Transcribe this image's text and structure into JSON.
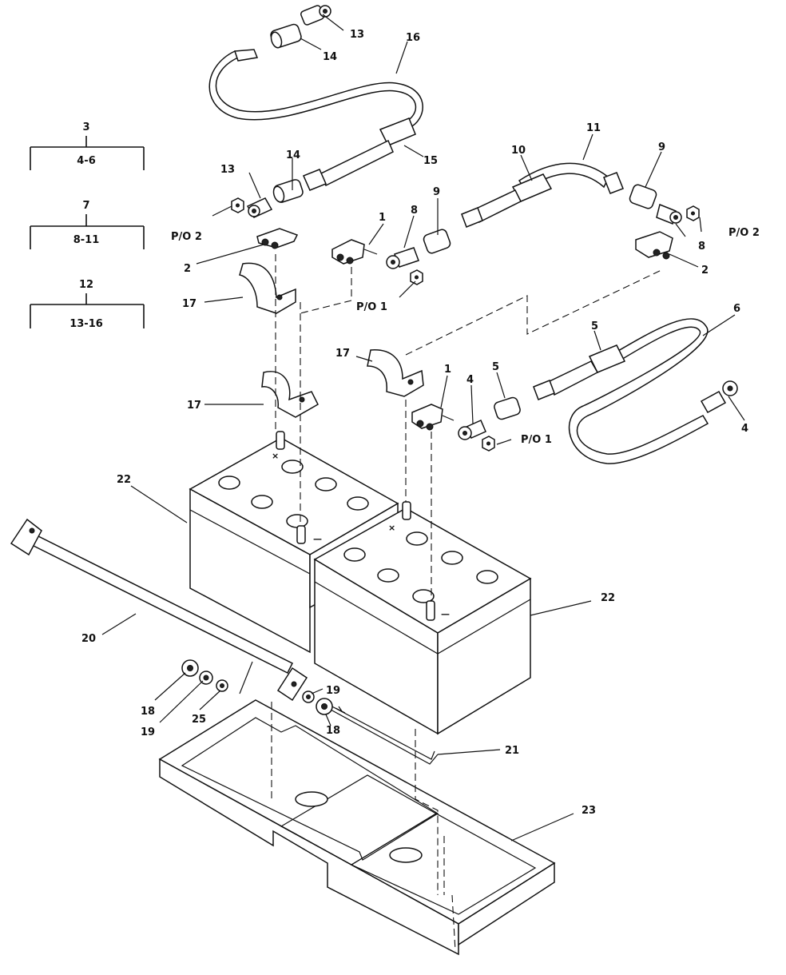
{
  "callouts": {
    "n1a": "1",
    "n1b": "1",
    "n2a": "2",
    "n2b": "2",
    "n3": "3",
    "n4a": "4",
    "n4b": "4",
    "n5a": "5",
    "n5b": "5",
    "n6": "6",
    "n7": "7",
    "n8a": "8",
    "n8b": "8",
    "n9a": "9",
    "n9b": "9",
    "n10": "10",
    "n11": "11",
    "n12": "12",
    "n13a": "13",
    "n13b": "13",
    "n14a": "14",
    "n14b": "14",
    "n15": "15",
    "n16": "16",
    "n17a": "17",
    "n17b": "17",
    "n17c": "17",
    "n18a": "18",
    "n18b": "18",
    "n19a": "19",
    "n19b": "19",
    "n20": "20",
    "n21": "21",
    "n22a": "22",
    "n22b": "22",
    "n23": "23",
    "n25": "25",
    "po2a": "P/O 2",
    "po2b": "P/O 2",
    "po1a": "P/O 1",
    "po1b": "P/O 1"
  },
  "groups": [
    {
      "head": "3",
      "range": "4-6"
    },
    {
      "head": "7",
      "range": "8-11"
    },
    {
      "head": "12",
      "range": "13-16"
    }
  ],
  "battery_markings": {
    "plus_a": "×",
    "plus_b": "×",
    "minus_a": "—",
    "minus_b": "—"
  }
}
